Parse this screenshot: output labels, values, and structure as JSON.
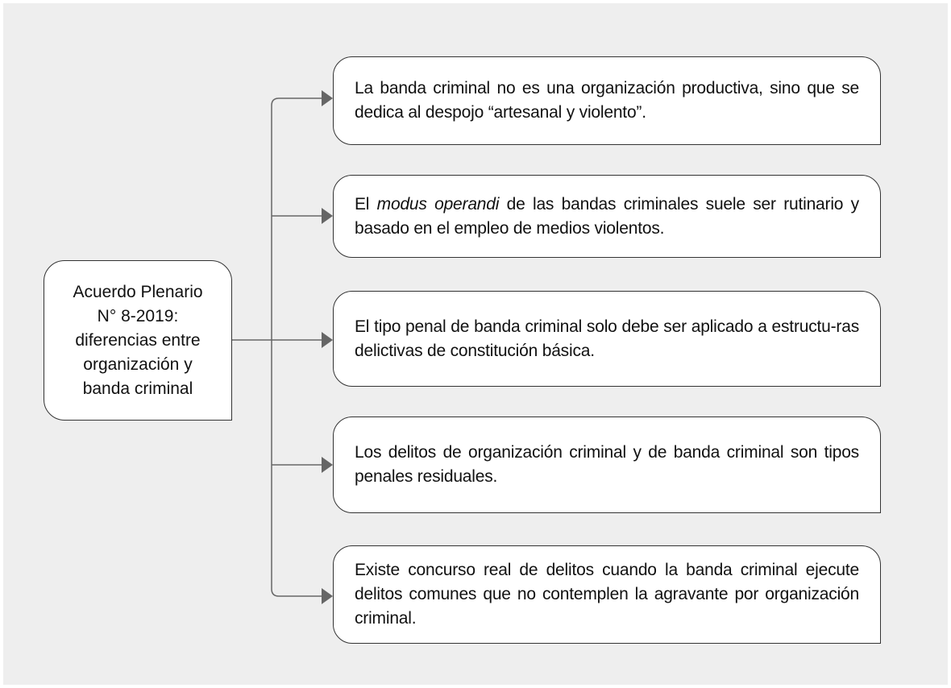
{
  "diagram": {
    "source": {
      "lines": [
        "Acuerdo Plenario",
        "N° 8-2019:",
        "diferencias entre",
        "organización y",
        "banda criminal"
      ]
    },
    "targets": [
      {
        "pre": "La banda criminal no es una organización productiva, sino que se dedica al despojo “artesanal y violento”.",
        "em": "",
        "post": ""
      },
      {
        "pre": "El ",
        "em": "modus operandi",
        "post": " de las bandas criminales suele ser rutinario y basado en el empleo de medios violentos."
      },
      {
        "pre": "El tipo penal de banda criminal solo debe ser aplicado a estructu-ras delictivas de constitución básica.",
        "em": "",
        "post": ""
      },
      {
        "pre": "Los delitos de organización criminal y de banda criminal son tipos penales residuales.",
        "em": "",
        "post": ""
      },
      {
        "pre": "Existe concurso real de delitos cuando la banda criminal ejecute delitos comunes que no contemplen la agravante por organización criminal.",
        "em": "",
        "post": ""
      }
    ],
    "colors": {
      "background": "#eeeeee",
      "box": "#ffffff",
      "border": "#333333",
      "connector": "#666666"
    }
  }
}
